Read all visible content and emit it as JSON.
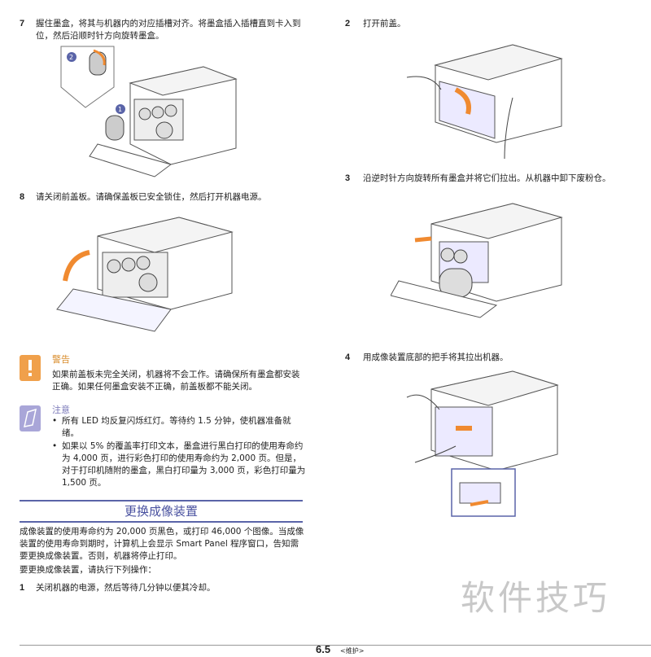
{
  "left": {
    "step7": {
      "num": "7",
      "text": "握住墨盒，将其与机器内的对应插槽对齐。将墨盒插入插槽直到卡入到位，然后沿顺时针方向旋转墨盒。",
      "callouts": [
        "2",
        "1"
      ]
    },
    "step8": {
      "num": "8",
      "text": "请关闭前盖板。请确保盖板已安全锁住，然后打开机器电源。"
    },
    "warning": {
      "title": "警告",
      "text": "如果前盖板未完全关闭，机器将不会工作。请确保所有墨盒都安装正确。如果任何墨盒安装不正确，前盖板都不能关闭。"
    },
    "note": {
      "title": "注意",
      "items": [
        "所有 LED 均反复闪烁红灯。等待约 1.5 分钟，使机器准备就绪。",
        "如果以 5% 的覆盖率打印文本，墨盒进行黑白打印的使用寿命约为 4,000 页，进行彩色打印的使用寿命约为 2,000 页。但是，对于打印机随附的墨盒，黑白打印量为 3,000 页，彩色打印量为 1,500 页。"
      ]
    },
    "section_title": "更换成像装置",
    "intro": "成像装置的使用寿命约为 20,000 页黑色，或打印 46,000 个图像。当成像装置的使用寿命到期时，计算机上会显示 Smart Panel 程序窗口，告知需要更换成像装置。否则，机器将停止打印。",
    "lead": "要更换成像装置，请执行下列操作：",
    "step1": {
      "num": "1",
      "text": "关闭机器的电源，然后等待几分钟以便其冷却。"
    }
  },
  "right": {
    "step2": {
      "num": "2",
      "text": "打开前盖。"
    },
    "step3": {
      "num": "3",
      "text": "沿逆时针方向旋转所有墨盒并将它们拉出。从机器中卸下废粉仓。"
    },
    "step4": {
      "num": "4",
      "text": "用成像装置底部的把手将其拉出机器。"
    }
  },
  "footer": {
    "page": "6.5",
    "section": "<维护>"
  },
  "watermark": "软件技巧",
  "colors": {
    "warning": "#f0a04b",
    "note": "#a9a6d8",
    "rule": "#5a64a8",
    "arrow": "#f08a30"
  }
}
